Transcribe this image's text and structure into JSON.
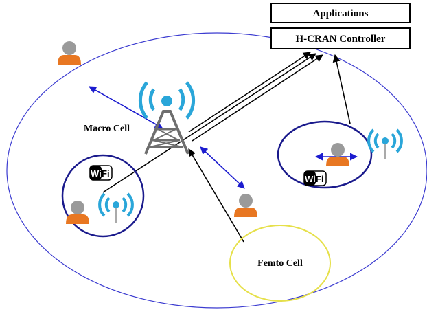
{
  "boxes": {
    "applications": "Applications",
    "controller": "H-CRAN Controller"
  },
  "labels": {
    "macro_cell": "Macro Cell",
    "femto_cell": "Femto Cell"
  },
  "wifi_badge": {
    "wi": "Wi",
    "fi": "Fi"
  },
  "colors": {
    "macro_ellipse": "#3b3bd0",
    "small_cell_ring": "#1a1a8c",
    "femto_ellipse": "#e6e04a",
    "user_body": "#e87722",
    "user_head": "#9a9a9a",
    "signal_wave": "#2aa6d9",
    "tower": "#6e6e6e",
    "blue_arrow": "#1c1ccf",
    "black_arrow": "#000000"
  }
}
